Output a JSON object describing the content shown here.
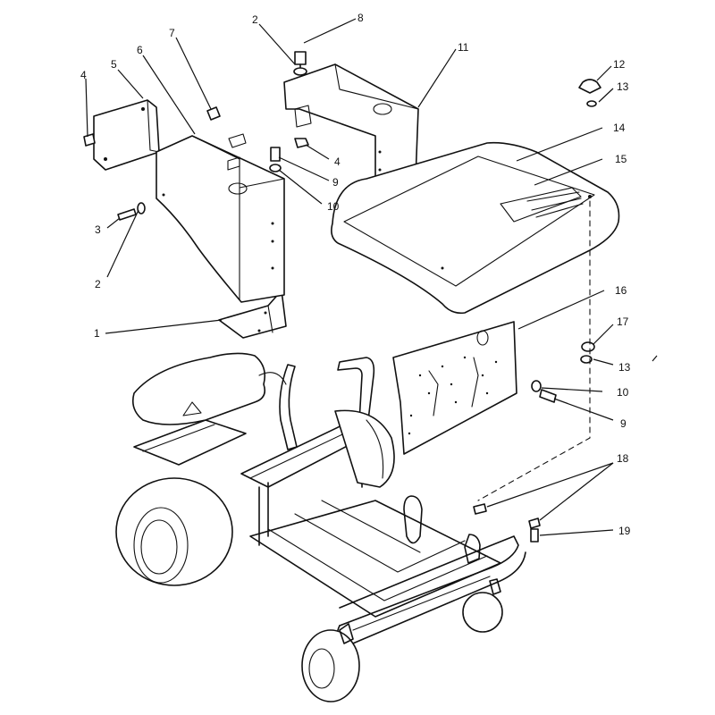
{
  "diagram": {
    "type": "exploded parts diagram",
    "callouts": [
      {
        "id": "c1",
        "label": "1"
      },
      {
        "id": "c2a",
        "label": "2"
      },
      {
        "id": "c2b",
        "label": "2"
      },
      {
        "id": "c3",
        "label": "3"
      },
      {
        "id": "c4a",
        "label": "4"
      },
      {
        "id": "c4b",
        "label": "4"
      },
      {
        "id": "c5",
        "label": "5"
      },
      {
        "id": "c6",
        "label": "6"
      },
      {
        "id": "c7",
        "label": "7"
      },
      {
        "id": "c8",
        "label": "8"
      },
      {
        "id": "c9a",
        "label": "9"
      },
      {
        "id": "c9b",
        "label": "9"
      },
      {
        "id": "c10a",
        "label": "10"
      },
      {
        "id": "c10b",
        "label": "10"
      },
      {
        "id": "c11",
        "label": "11"
      },
      {
        "id": "c12",
        "label": "12"
      },
      {
        "id": "c13a",
        "label": "13"
      },
      {
        "id": "c13b",
        "label": "13"
      },
      {
        "id": "c14",
        "label": "14"
      },
      {
        "id": "c15",
        "label": "15"
      },
      {
        "id": "c16",
        "label": "16"
      },
      {
        "id": "c17",
        "label": "17"
      },
      {
        "id": "c18",
        "label": "18"
      },
      {
        "id": "c19",
        "label": "19"
      }
    ]
  }
}
